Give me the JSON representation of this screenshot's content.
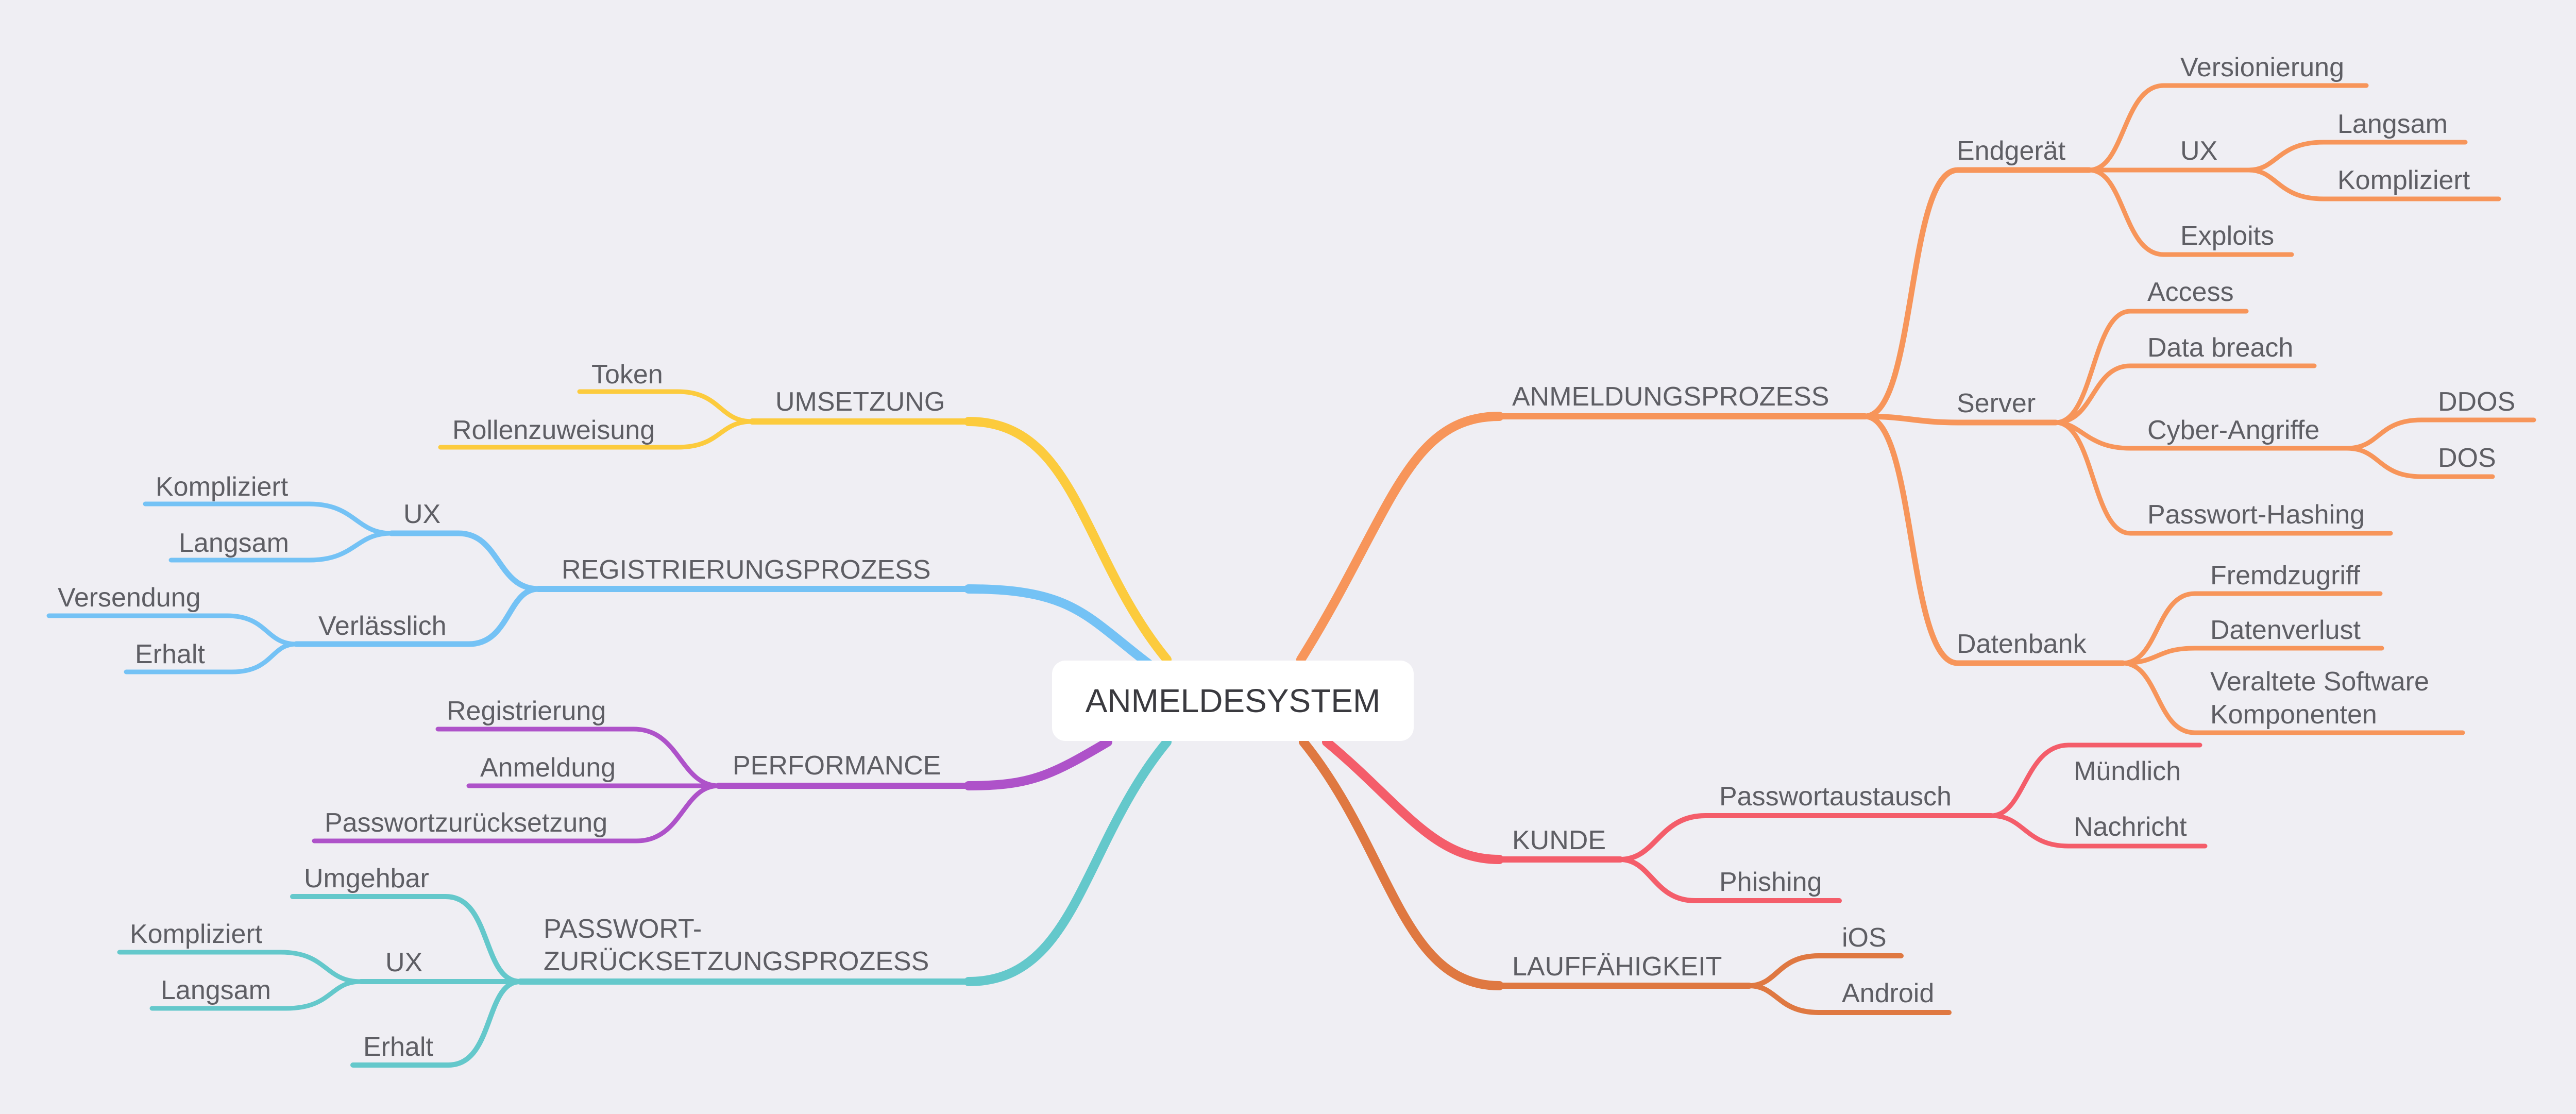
{
  "root": {
    "label": "ANMELDESYSTEM"
  },
  "colors": {
    "background": "#efeef3",
    "root_box": "#ffffff",
    "umsetzung": "#fccb3d",
    "registrierung": "#74c2f5",
    "performance": "#ae52c9",
    "passwort": "#64c8cb",
    "anmeldung": "#f7955a",
    "kunde": "#f45d6a",
    "lauf": "#df7841"
  },
  "branches": {
    "umsetzung": {
      "label": "UMSETZUNG",
      "children": {
        "token": "Token",
        "rollen": "Rollenzuweisung"
      }
    },
    "registrierung": {
      "label": "REGISTRIERUNGSPROZESS",
      "ux": {
        "label": "UX",
        "kompliziert": "Kompliziert",
        "langsam": "Langsam"
      },
      "verlaesslich": {
        "label": "Verlässlich",
        "versendung": "Versendung",
        "erhalt": "Erhalt"
      }
    },
    "performance": {
      "label": "PERFORMANCE",
      "children": {
        "registrierung": "Registrierung",
        "anmeldung": "Anmeldung",
        "passwort": "Passwortzurücksetzung"
      }
    },
    "passwort": {
      "label_line1": "PASSWORT-",
      "label_line2": "ZURÜCKSETZUNGSPROZESS",
      "umgehbar": "Umgehbar",
      "ux": {
        "label": "UX",
        "kompliziert": "Kompliziert",
        "langsam": "Langsam"
      },
      "erhalt": "Erhalt"
    },
    "anmeldung": {
      "label": "ANMELDUNGSPROZESS",
      "endgeraet": {
        "label": "Endgerät",
        "versionierung": "Versionierung",
        "ux": {
          "label": "UX",
          "langsam": "Langsam",
          "kompliziert": "Kompliziert"
        },
        "exploits": "Exploits"
      },
      "server": {
        "label": "Server",
        "access": "Access",
        "breach": "Data breach",
        "cyber": {
          "label": "Cyber-Angriffe",
          "ddos": "DDOS",
          "dos": "DOS"
        },
        "hashing": "Passwort-Hashing"
      },
      "datenbank": {
        "label": "Datenbank",
        "fremd": "Fremdzugriff",
        "verlust": "Datenverlust",
        "software_line1": "Veraltete Software",
        "software_line2": "Komponenten"
      }
    },
    "kunde": {
      "label": "KUNDE",
      "austausch": {
        "label": "Passwortaustausch",
        "muendlich": "Mündlich",
        "nachricht": "Nachricht"
      },
      "phishing": "Phishing"
    },
    "lauf": {
      "label": "LAUFFÄHIGKEIT",
      "ios": "iOS",
      "android": "Android"
    }
  }
}
